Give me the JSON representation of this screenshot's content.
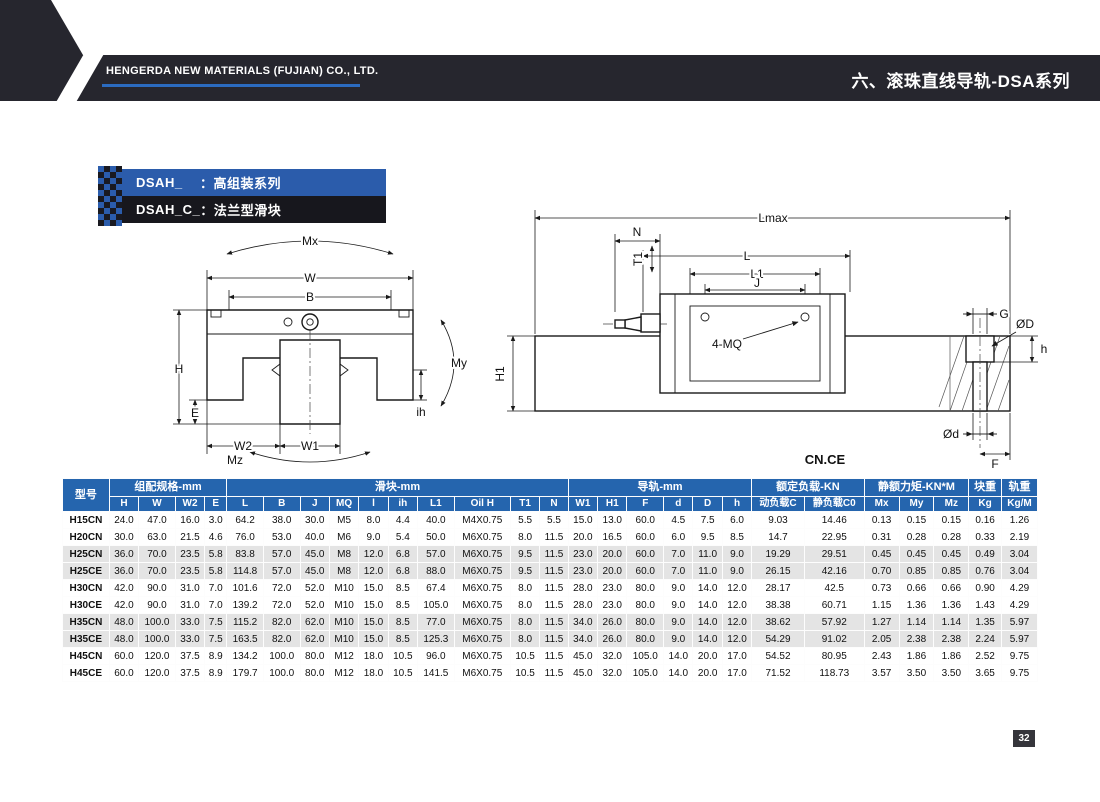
{
  "page": {
    "number": "32"
  },
  "colors": {
    "band_dark": "#26262e",
    "accent_blue": "#2b5cab",
    "table_header_blue": "#2565ae",
    "row_alt_gray": "#e4e4e4",
    "company_underline_blue": "#2b6bc0"
  },
  "header": {
    "company": "HENGERDA NEW MATERIALS (FUJIAN) CO., LTD.",
    "title": "六、滚珠直线导轨-DSA系列"
  },
  "series": [
    {
      "code": "DSAH_",
      "desc": "：高组装系列"
    },
    {
      "code": "DSAH_C_",
      "desc": "：法兰型滑块"
    }
  ],
  "diagrams": {
    "front_view": {
      "labels": {
        "mx": "Mx",
        "w": "W",
        "b": "B",
        "h": "H",
        "e": "E",
        "w2": "W2",
        "w1": "W1",
        "my": "My",
        "ih": "ih",
        "mz": "Mz"
      }
    },
    "side_view": {
      "labels": {
        "lmax": "Lmax",
        "l": "L",
        "l1": "L1",
        "j": "J",
        "n": "N",
        "t1": "T1",
        "mq": "4-MQ",
        "g": "G",
        "phi_d_upper": "ØD",
        "h_small": "h",
        "h1": "H1",
        "phi_d_lower": "Ød",
        "f": "F",
        "cnce": "CN.CE"
      }
    }
  },
  "table": {
    "groups": [
      {
        "label": "型号",
        "colspan": 1,
        "rowspan": 2
      },
      {
        "label": "组配规格-mm",
        "colspan": 4,
        "rowspan": 1
      },
      {
        "label": "滑块-mm",
        "colspan": 10,
        "rowspan": 1
      },
      {
        "label": "导轨-mm",
        "colspan": 6,
        "rowspan": 1
      },
      {
        "label": "额定负载-KN",
        "colspan": 2,
        "rowspan": 1
      },
      {
        "label": "静额力矩-KN*M",
        "colspan": 3,
        "rowspan": 1
      },
      {
        "label": "块重",
        "colspan": 1,
        "rowspan": 1
      },
      {
        "label": "轨重",
        "colspan": 1,
        "rowspan": 1
      }
    ],
    "sub_columns": [
      "H",
      "W",
      "W2",
      "E",
      "L",
      "B",
      "J",
      "MQ",
      "l",
      "ih",
      "L1",
      "Oil H",
      "T1",
      "N",
      "W1",
      "H1",
      "F",
      "d",
      "D",
      "h",
      "动负载C",
      "静负载C0",
      "Mx",
      "My",
      "Mz",
      "Kg",
      "Kg/M"
    ],
    "rows": [
      {
        "model": "H15CN",
        "values": [
          "24.0",
          "47.0",
          "16.0",
          "3.0",
          "64.2",
          "38.0",
          "30.0",
          "M5",
          "8.0",
          "4.4",
          "40.0",
          "M4X0.75",
          "5.5",
          "5.5",
          "15.0",
          "13.0",
          "60.0",
          "4.5",
          "7.5",
          "6.0",
          "9.03",
          "14.46",
          "0.13",
          "0.15",
          "0.15",
          "0.16",
          "1.26"
        ]
      },
      {
        "model": "H20CN",
        "values": [
          "30.0",
          "63.0",
          "21.5",
          "4.6",
          "76.0",
          "53.0",
          "40.0",
          "M6",
          "9.0",
          "5.4",
          "50.0",
          "M6X0.75",
          "8.0",
          "11.5",
          "20.0",
          "16.5",
          "60.0",
          "6.0",
          "9.5",
          "8.5",
          "14.7",
          "22.95",
          "0.31",
          "0.28",
          "0.28",
          "0.33",
          "2.19"
        ]
      },
      {
        "model": "H25CN",
        "values": [
          "36.0",
          "70.0",
          "23.5",
          "5.8",
          "83.8",
          "57.0",
          "45.0",
          "M8",
          "12.0",
          "6.8",
          "57.0",
          "M6X0.75",
          "9.5",
          "11.5",
          "23.0",
          "20.0",
          "60.0",
          "7.0",
          "11.0",
          "9.0",
          "19.29",
          "29.51",
          "0.45",
          "0.45",
          "0.45",
          "0.49",
          "3.04"
        ]
      },
      {
        "model": "H25CE",
        "values": [
          "36.0",
          "70.0",
          "23.5",
          "5.8",
          "114.8",
          "57.0",
          "45.0",
          "M8",
          "12.0",
          "6.8",
          "88.0",
          "M6X0.75",
          "9.5",
          "11.5",
          "23.0",
          "20.0",
          "60.0",
          "7.0",
          "11.0",
          "9.0",
          "26.15",
          "42.16",
          "0.70",
          "0.85",
          "0.85",
          "0.76",
          "3.04"
        ]
      },
      {
        "model": "H30CN",
        "values": [
          "42.0",
          "90.0",
          "31.0",
          "7.0",
          "101.6",
          "72.0",
          "52.0",
          "M10",
          "15.0",
          "8.5",
          "67.4",
          "M6X0.75",
          "8.0",
          "11.5",
          "28.0",
          "23.0",
          "80.0",
          "9.0",
          "14.0",
          "12.0",
          "28.17",
          "42.5",
          "0.73",
          "0.66",
          "0.66",
          "0.90",
          "4.29"
        ]
      },
      {
        "model": "H30CE",
        "values": [
          "42.0",
          "90.0",
          "31.0",
          "7.0",
          "139.2",
          "72.0",
          "52.0",
          "M10",
          "15.0",
          "8.5",
          "105.0",
          "M6X0.75",
          "8.0",
          "11.5",
          "28.0",
          "23.0",
          "80.0",
          "9.0",
          "14.0",
          "12.0",
          "38.38",
          "60.71",
          "1.15",
          "1.36",
          "1.36",
          "1.43",
          "4.29"
        ]
      },
      {
        "model": "H35CN",
        "values": [
          "48.0",
          "100.0",
          "33.0",
          "7.5",
          "115.2",
          "82.0",
          "62.0",
          "M10",
          "15.0",
          "8.5",
          "77.0",
          "M6X0.75",
          "8.0",
          "11.5",
          "34.0",
          "26.0",
          "80.0",
          "9.0",
          "14.0",
          "12.0",
          "38.62",
          "57.92",
          "1.27",
          "1.14",
          "1.14",
          "1.35",
          "5.97"
        ]
      },
      {
        "model": "H35CE",
        "values": [
          "48.0",
          "100.0",
          "33.0",
          "7.5",
          "163.5",
          "82.0",
          "62.0",
          "M10",
          "15.0",
          "8.5",
          "125.3",
          "M6X0.75",
          "8.0",
          "11.5",
          "34.0",
          "26.0",
          "80.0",
          "9.0",
          "14.0",
          "12.0",
          "54.29",
          "91.02",
          "2.05",
          "2.38",
          "2.38",
          "2.24",
          "5.97"
        ]
      },
      {
        "model": "H45CN",
        "values": [
          "60.0",
          "120.0",
          "37.5",
          "8.9",
          "134.2",
          "100.0",
          "80.0",
          "M12",
          "18.0",
          "10.5",
          "96.0",
          "M6X0.75",
          "10.5",
          "11.5",
          "45.0",
          "32.0",
          "105.0",
          "14.0",
          "20.0",
          "17.0",
          "54.52",
          "80.95",
          "2.43",
          "1.86",
          "1.86",
          "2.52",
          "9.75"
        ]
      },
      {
        "model": "H45CE",
        "values": [
          "60.0",
          "120.0",
          "37.5",
          "8.9",
          "179.7",
          "100.0",
          "80.0",
          "M12",
          "18.0",
          "10.5",
          "141.5",
          "M6X0.75",
          "10.5",
          "11.5",
          "45.0",
          "32.0",
          "105.0",
          "14.0",
          "20.0",
          "17.0",
          "71.52",
          "118.73",
          "3.57",
          "3.50",
          "3.50",
          "3.65",
          "9.75"
        ]
      }
    ]
  }
}
